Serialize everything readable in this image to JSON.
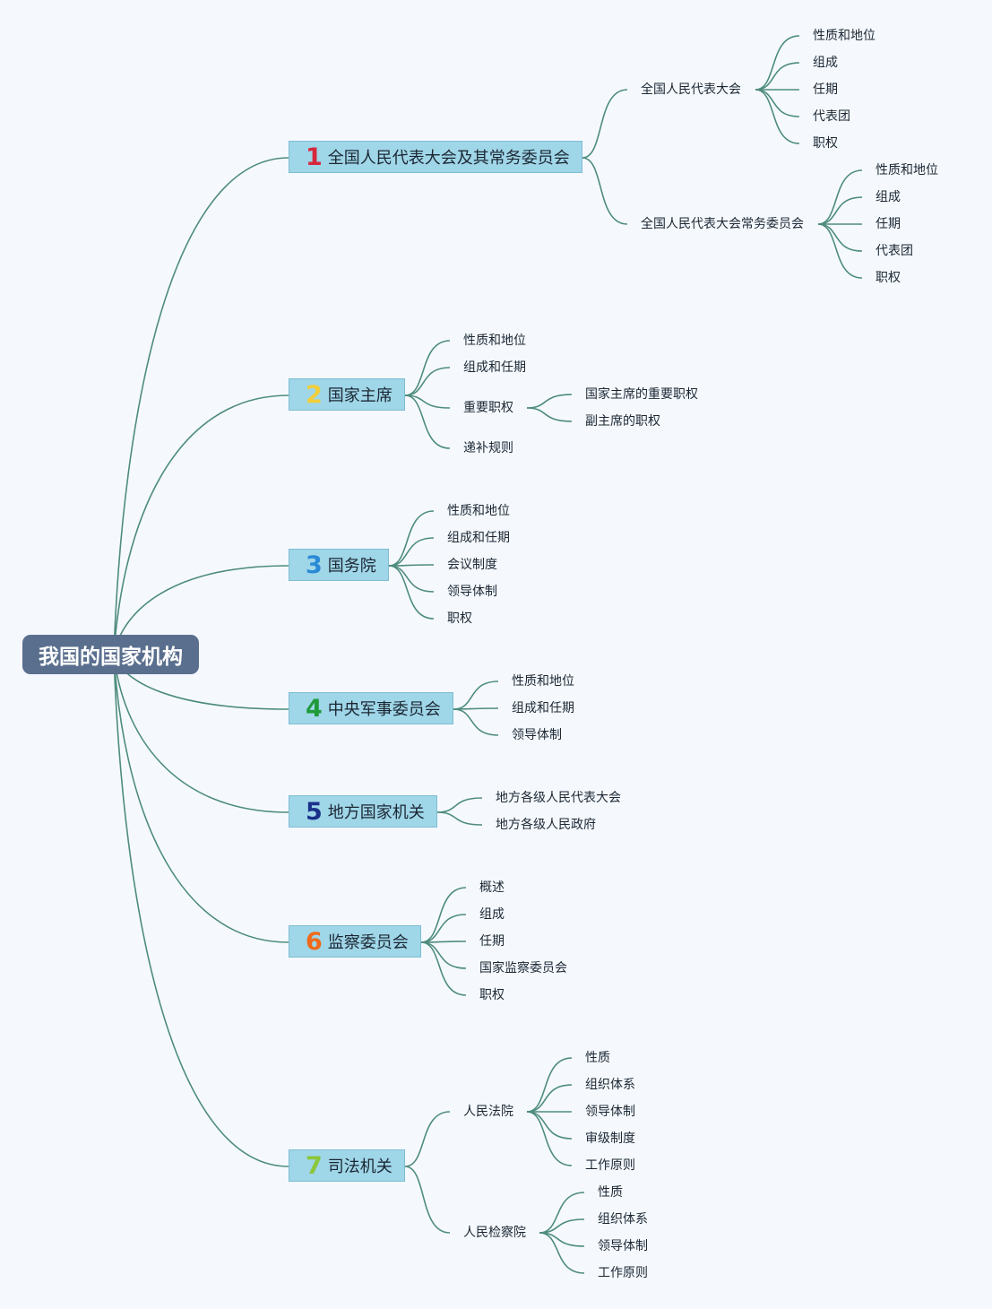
{
  "root": {
    "label": "我国的国家机构"
  },
  "colors": {
    "line": "#4e8c7c",
    "root_fill": "#5a6f8e",
    "branch_fill": "#9fd6e8",
    "background": "#f5f9fe"
  },
  "branches": [
    {
      "number": "1",
      "number_color": "#d6263c",
      "label": "全国人民代表大会及其常务委员会",
      "children": [
        {
          "label": "全国人民代表大会",
          "children": [
            {
              "label": "性质和地位"
            },
            {
              "label": "组成"
            },
            {
              "label": "任期"
            },
            {
              "label": "代表团"
            },
            {
              "label": "职权"
            }
          ]
        },
        {
          "label": "全国人民代表大会常务委员会",
          "children": [
            {
              "label": "性质和地位"
            },
            {
              "label": "组成"
            },
            {
              "label": "任期"
            },
            {
              "label": "代表团"
            },
            {
              "label": "职权"
            }
          ]
        }
      ]
    },
    {
      "number": "2",
      "number_color": "#f2cf3a",
      "label": "国家主席",
      "children": [
        {
          "label": "性质和地位"
        },
        {
          "label": "组成和任期"
        },
        {
          "label": "重要职权",
          "children": [
            {
              "label": "国家主席的重要职权"
            },
            {
              "label": "副主席的职权"
            }
          ]
        },
        {
          "label": "递补规则"
        }
      ]
    },
    {
      "number": "3",
      "number_color": "#2b8ad6",
      "label": "国务院",
      "children": [
        {
          "label": "性质和地位"
        },
        {
          "label": "组成和任期"
        },
        {
          "label": "会议制度"
        },
        {
          "label": "领导体制"
        },
        {
          "label": "职权"
        }
      ]
    },
    {
      "number": "4",
      "number_color": "#1f9a3a",
      "label": "中央军事委员会",
      "children": [
        {
          "label": "性质和地位"
        },
        {
          "label": "组成和任期"
        },
        {
          "label": "领导体制"
        }
      ]
    },
    {
      "number": "5",
      "number_color": "#1a2f8a",
      "label": "地方国家机关",
      "children": [
        {
          "label": "地方各级人民代表大会"
        },
        {
          "label": "地方各级人民政府"
        }
      ]
    },
    {
      "number": "6",
      "number_color": "#ef6a1a",
      "label": "监察委员会",
      "children": [
        {
          "label": "概述"
        },
        {
          "label": "组成"
        },
        {
          "label": "任期"
        },
        {
          "label": "国家监察委员会"
        },
        {
          "label": "职权"
        }
      ]
    },
    {
      "number": "7",
      "number_color": "#8cc63a",
      "label": "司法机关",
      "children": [
        {
          "label": "人民法院",
          "children": [
            {
              "label": "性质"
            },
            {
              "label": "组织体系"
            },
            {
              "label": "领导体制"
            },
            {
              "label": "审级制度"
            },
            {
              "label": "工作原则"
            }
          ]
        },
        {
          "label": "人民检察院",
          "children": [
            {
              "label": "性质"
            },
            {
              "label": "组织体系"
            },
            {
              "label": "领导体制"
            },
            {
              "label": "工作原则"
            }
          ]
        }
      ]
    }
  ]
}
